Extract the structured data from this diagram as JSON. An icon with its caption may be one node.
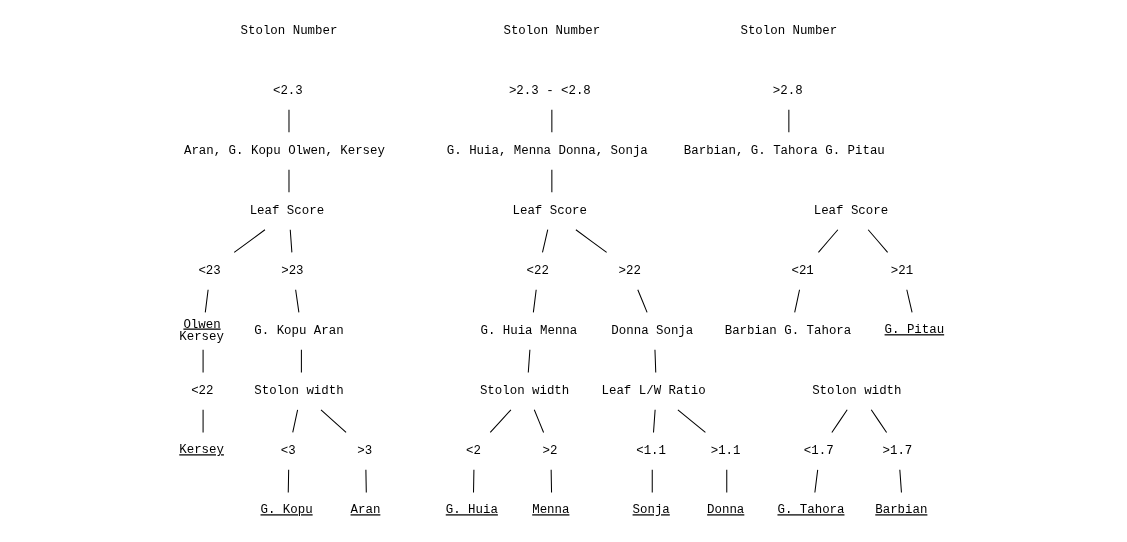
{
  "diagram": {
    "nodes": [
      {
        "text": [
          "<2.3"
        ]
      },
      {
        "text": [
          "Aran, G. Kopu Olwen, Kersey"
        ]
      },
      {
        "text": [
          "Leaf Score"
        ]
      },
      {
        "text": [
          "<23"
        ]
      },
      {
        "text": [
          ">23"
        ]
      },
      {
        "text": [
          "Olwen",
          "Kersey"
        ]
      },
      {
        "text": [
          "G. Kopu Aran"
        ]
      },
      {
        "text": [
          "<22"
        ]
      },
      {
        "text": [
          "Stolon width"
        ]
      },
      {
        "text": [
          "<3"
        ]
      },
      {
        "text": [
          ">3"
        ]
      },
      {
        "text": [
          "Kersey"
        ]
      },
      {
        "text": [
          "G. Kopu"
        ]
      },
      {
        "text": [
          "Aran"
        ]
      },
      {
        "text": [
          ">2.3 - <2.8"
        ]
      },
      {
        "text": [
          "G. Huia, Menna Donna, Sonja"
        ]
      },
      {
        "text": [
          "Leaf Score"
        ]
      },
      {
        "text": [
          "<22"
        ]
      },
      {
        "text": [
          ">22"
        ]
      },
      {
        "text": [
          "G. Huia Menna"
        ]
      },
      {
        "text": [
          "Donna Sonja"
        ]
      },
      {
        "text": [
          "Stolon width"
        ]
      },
      {
        "text": [
          "Leaf L/W Ratio"
        ]
      },
      {
        "text": [
          "<2"
        ]
      },
      {
        "text": [
          ">2"
        ]
      },
      {
        "text": [
          "<1.1"
        ]
      },
      {
        "text": [
          ">1.1"
        ]
      },
      {
        "text": [
          "G. Huia"
        ]
      },
      {
        "text": [
          "Menna"
        ]
      },
      {
        "text": [
          "Sonja"
        ]
      },
      {
        "text": [
          "Donna"
        ]
      },
      {
        "text": [
          ">2.8"
        ]
      },
      {
        "text": [
          "Barbian, G. Tahora G. Pitau"
        ]
      },
      {
        "text": [
          "Leaf Score"
        ]
      },
      {
        "text": [
          "<21"
        ]
      },
      {
        "text": [
          ">21"
        ]
      },
      {
        "text": [
          "Barbian G. Tahora"
        ]
      },
      {
        "text": [
          "G. Pitau"
        ]
      },
      {
        "text": [
          "Stolon width"
        ]
      },
      {
        "text": [
          "<1.7"
        ]
      },
      {
        "text": [
          ">1.7"
        ]
      },
      {
        "text": [
          "G. Tahora"
        ]
      },
      {
        "text": [
          "Barbian"
        ]
      }
    ],
    "edges": [
      {
        "from": 0,
        "to": 1,
        "arrow": "none"
      },
      {
        "from": 1,
        "to": 2,
        "arrow": "none"
      },
      {
        "from": 2,
        "to": 3,
        "arrow": "none"
      },
      {
        "from": 2,
        "to": 4,
        "arrow": "none"
      },
      {
        "from": 3,
        "to": 5,
        "arrow": "none"
      },
      {
        "from": 4,
        "to": 6,
        "arrow": "none"
      },
      {
        "from": 5,
        "to": 7,
        "arrow": "none"
      },
      {
        "from": 7,
        "to": 11,
        "arrow": "none"
      },
      {
        "from": 6,
        "to": 8,
        "arrow": "none"
      },
      {
        "from": 8,
        "to": 9,
        "arrow": "none"
      },
      {
        "from": 8,
        "to": 10,
        "arrow": "none"
      },
      {
        "from": 9,
        "to": 12,
        "arrow": "none"
      },
      {
        "from": 10,
        "to": 13,
        "arrow": "none"
      },
      {
        "from": 14,
        "to": 15,
        "arrow": "none"
      },
      {
        "from": 15,
        "to": 16,
        "arrow": "none"
      },
      {
        "from": 16,
        "to": 17,
        "arrow": "none"
      },
      {
        "from": 16,
        "to": 18,
        "arrow": "none"
      },
      {
        "from": 17,
        "to": 19,
        "arrow": "none"
      },
      {
        "from": 18,
        "to": 20,
        "arrow": "none"
      },
      {
        "from": 19,
        "to": 21,
        "arrow": "none"
      },
      {
        "from": 20,
        "to": 22,
        "arrow": "none"
      },
      {
        "from": 21,
        "to": 23,
        "arrow": "none"
      },
      {
        "from": 21,
        "to": 24,
        "arrow": "none"
      },
      {
        "from": 22,
        "to": 25,
        "arrow": "none"
      },
      {
        "from": 22,
        "to": 26,
        "arrow": "none"
      },
      {
        "from": 23,
        "to": 27,
        "arrow": "none"
      },
      {
        "from": 24,
        "to": 28,
        "arrow": "none"
      },
      {
        "from": 25,
        "to": 29,
        "arrow": "none"
      },
      {
        "from": 26,
        "to": 30,
        "arrow": "none"
      },
      {
        "from": 31,
        "to": 32,
        "arrow": "none"
      },
      {
        "from": 33,
        "to": 34,
        "arrow": "none"
      },
      {
        "from": 33,
        "to": 35,
        "arrow": "none"
      },
      {
        "from": 34,
        "to": 36,
        "arrow": "none"
      },
      {
        "from": 35,
        "to": 37,
        "arrow": "none"
      },
      {
        "from": 38,
        "to": 39,
        "arrow": "none"
      },
      {
        "from": 38,
        "to": 40,
        "arrow": "none"
      },
      {
        "from": 39,
        "to": 41,
        "arrow": "none"
      },
      {
        "from": 40,
        "to": 42,
        "arrow": "none"
      }
    ],
    "labels": [
      "Stolon Number",
      "Stolon Number",
      "Stolon Number"
    ]
  }
}
